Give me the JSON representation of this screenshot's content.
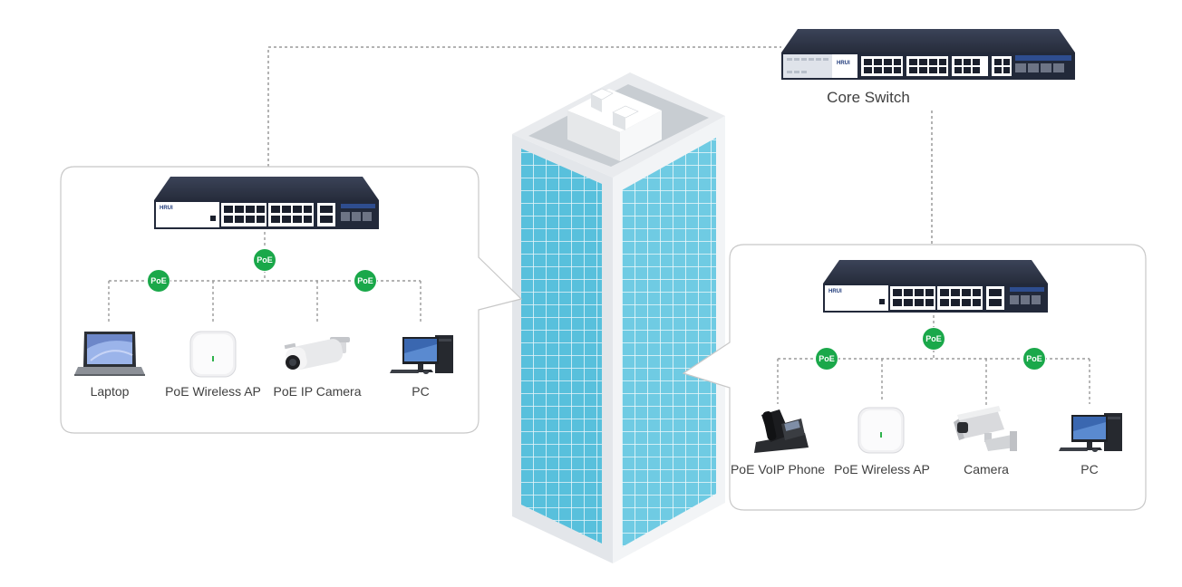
{
  "core_switch": {
    "label": "Core Switch",
    "brand": "HRUI"
  },
  "left_group": {
    "switch_brand": "HRUI",
    "poe_badges": [
      "PoE",
      "PoE",
      "PoE"
    ],
    "devices": [
      {
        "label": "Laptop",
        "icon": "laptop-icon"
      },
      {
        "label": "PoE Wireless AP",
        "icon": "wireless-ap-icon"
      },
      {
        "label": "PoE IP Camera",
        "icon": "bullet-camera-icon"
      },
      {
        "label": "PC",
        "icon": "desktop-pc-icon"
      }
    ]
  },
  "right_group": {
    "switch_brand": "HRUI",
    "poe_badges": [
      "PoE",
      "PoE",
      "PoE"
    ],
    "devices": [
      {
        "label": "PoE VoIP Phone",
        "icon": "voip-phone-icon"
      },
      {
        "label": "PoE Wireless AP",
        "icon": "wireless-ap-icon"
      },
      {
        "label": "Camera",
        "icon": "cctv-camera-icon"
      },
      {
        "label": "PC",
        "icon": "desktop-pc-icon"
      }
    ]
  },
  "colors": {
    "poe_badge": "#1aa84a",
    "building_glass": "#5cc3dd",
    "switch_body": "#2e3a55",
    "switch_panel": "#1f2a44",
    "connector_line": "#8a8a8a",
    "callout_border": "#c8c8c8"
  }
}
